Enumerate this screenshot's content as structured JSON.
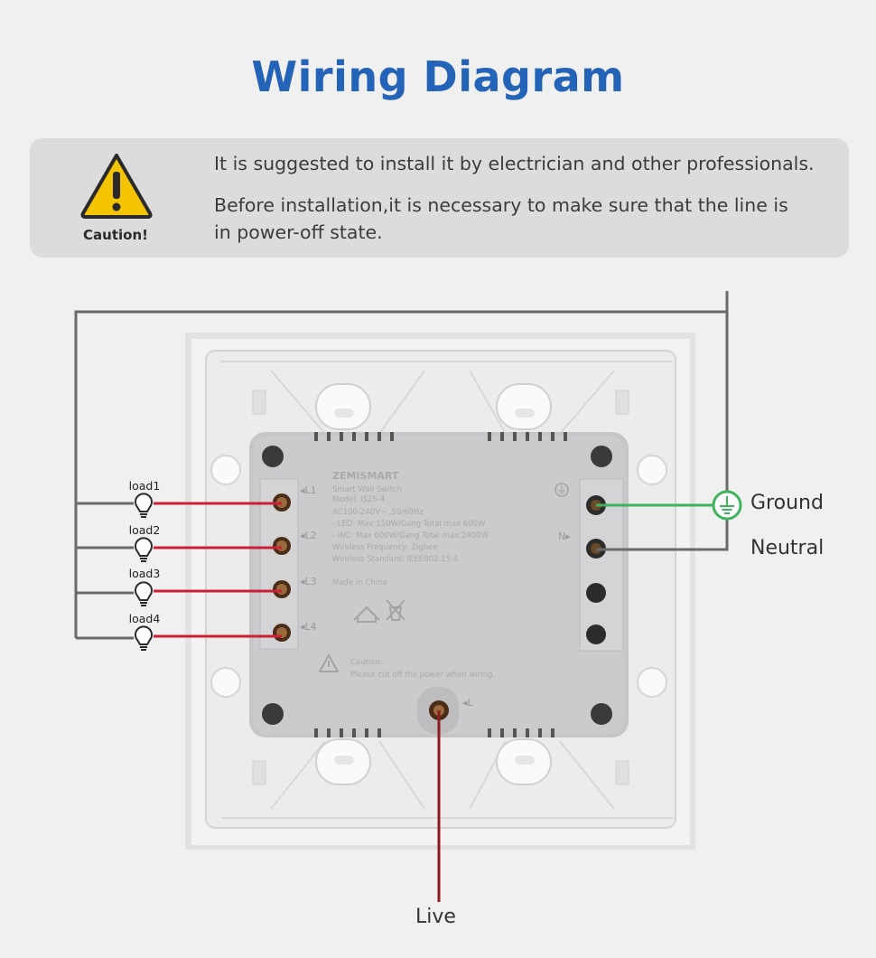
{
  "title": "Wiring Diagram",
  "caution": {
    "label": "Caution!",
    "note1": "It is suggested to install it by electrician and other professionals.",
    "note2": "Before installation,it is necessary to make sure that the line is in power-off state."
  },
  "loads": [
    "load1",
    "load2",
    "load3",
    "load4"
  ],
  "terminals": {
    "left": [
      "L1",
      "L2",
      "L3",
      "L4"
    ],
    "live_terminal": "L",
    "neutral_terminal": "N"
  },
  "device_text": {
    "brand": "ZEMISMART",
    "lines": [
      "Smart Wall Switch",
      "Model: IS2S-4",
      "AC100-240V~ ,50/60Hz",
      "- LED: Max 150W/Gang  Total max 600W",
      "- INC: Max 600W/Gang  Total max 2400W",
      "Wireless Frequency: Zigbee",
      "Wireless Standard: IEEE802.15.4"
    ],
    "origin": "Made in China",
    "caution_title": "Caution:",
    "caution_text": "Please cut off the power when wiring."
  },
  "labels": {
    "ground": "Ground",
    "neutral": "Neutral",
    "live": "Live"
  },
  "colors": {
    "title": "#2464b8",
    "load_wire": "#cc1f35",
    "ground_wire": "#3fb25c",
    "neutral_wire": "#6a6a6a",
    "live_wire": "#8b1c1c"
  }
}
